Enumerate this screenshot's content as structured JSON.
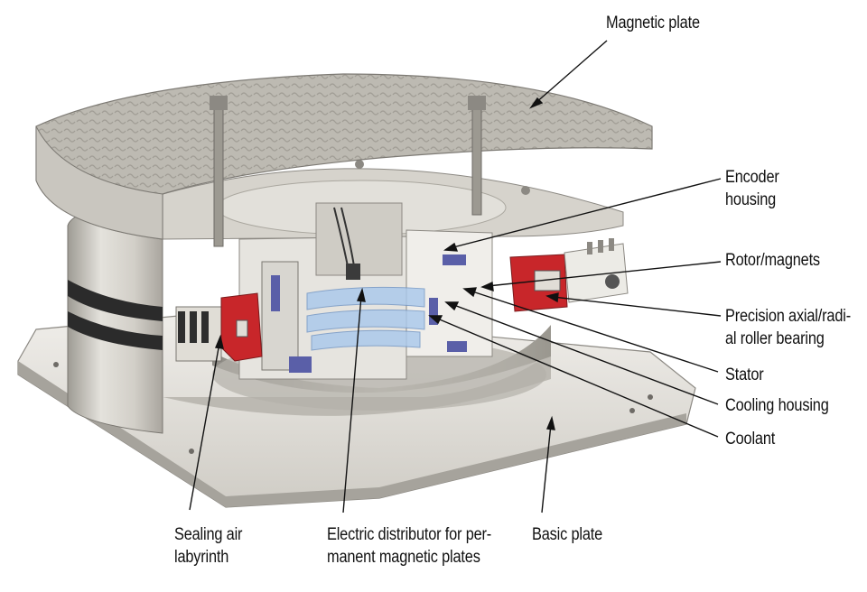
{
  "labels": {
    "magnetic_plate": "Magnetic plate",
    "encoder_housing": "Encoder\nhousing",
    "rotor_magnets": "Rotor/magnets",
    "bearing": "Precision axial/radi-\nal roller bearing",
    "stator": "Stator",
    "cooling_housing": "Cooling housing",
    "coolant": "Coolant",
    "sealing_air": "Sealing air\nlabyrinth",
    "electric_distributor": "Electric distributor for per-\nmanent magnetic plates",
    "basic_plate": "Basic plate"
  },
  "colors": {
    "metal_light": "#e8e6e1",
    "metal_mid": "#c9c6bf",
    "metal_dark": "#8c8983",
    "band_dark": "#2b2b2b",
    "red_part": "#c8262a",
    "blue_part": "#5a5fa8",
    "coolant_blue": "#a8c8ec",
    "leader": "#111111"
  }
}
